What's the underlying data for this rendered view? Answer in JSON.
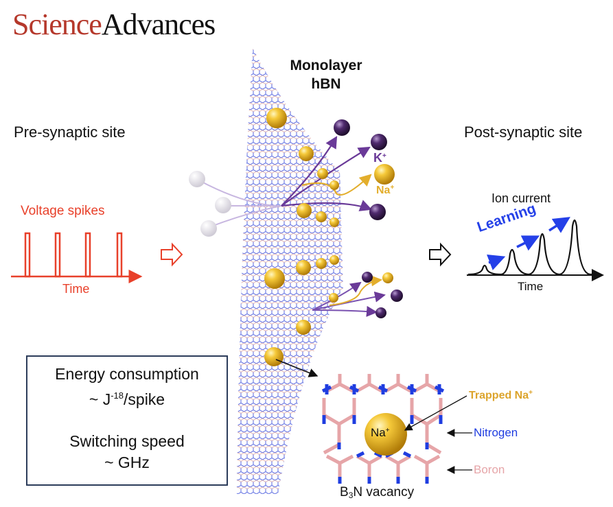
{
  "header": {
    "logo_part1": "Science",
    "logo_part2": "Advances"
  },
  "left": {
    "title": "Pre-synaptic site",
    "signal_label": "Voltage spikes",
    "axis_label": "Time",
    "spike_count": 4
  },
  "center": {
    "membrane_label_line1": "Monolayer",
    "membrane_label_line2": "hBN",
    "ion_k_label": "K",
    "ion_na_label": "Na",
    "ion_charge": "+"
  },
  "right": {
    "title": "Post-synaptic site",
    "signal_label": "Ion current",
    "learning_label": "Learning",
    "axis_label": "Time",
    "peak_heights_relative": [
      0.25,
      0.55,
      0.75,
      1.0
    ]
  },
  "specs_box": {
    "line1": "Energy consumption",
    "line2_prefix": "~ J",
    "line2_exponent": "-18",
    "line2_suffix": "/spike",
    "line3": "Switching speed",
    "line4": "~ GHz"
  },
  "inset": {
    "trapped_label": "Trapped Na",
    "trapped_charge": "+",
    "center_ion_label": "Na",
    "center_ion_charge": "+",
    "nitrogen_label": "Nitrogen",
    "boron_label": "Boron",
    "caption_prefix": "B",
    "caption_sub": "3",
    "caption_suffix": "N vacancy"
  },
  "colors": {
    "science_red": "#b5382b",
    "spike_red": "#e8402a",
    "learning_blue": "#2440e8",
    "nitrogen_blue": "#1f3de0",
    "boron_pink": "#e6a5a8",
    "sodium_gold": "#e3ae2c",
    "potassium_purple": "#4a2366",
    "box_border": "#2c3c5a"
  }
}
